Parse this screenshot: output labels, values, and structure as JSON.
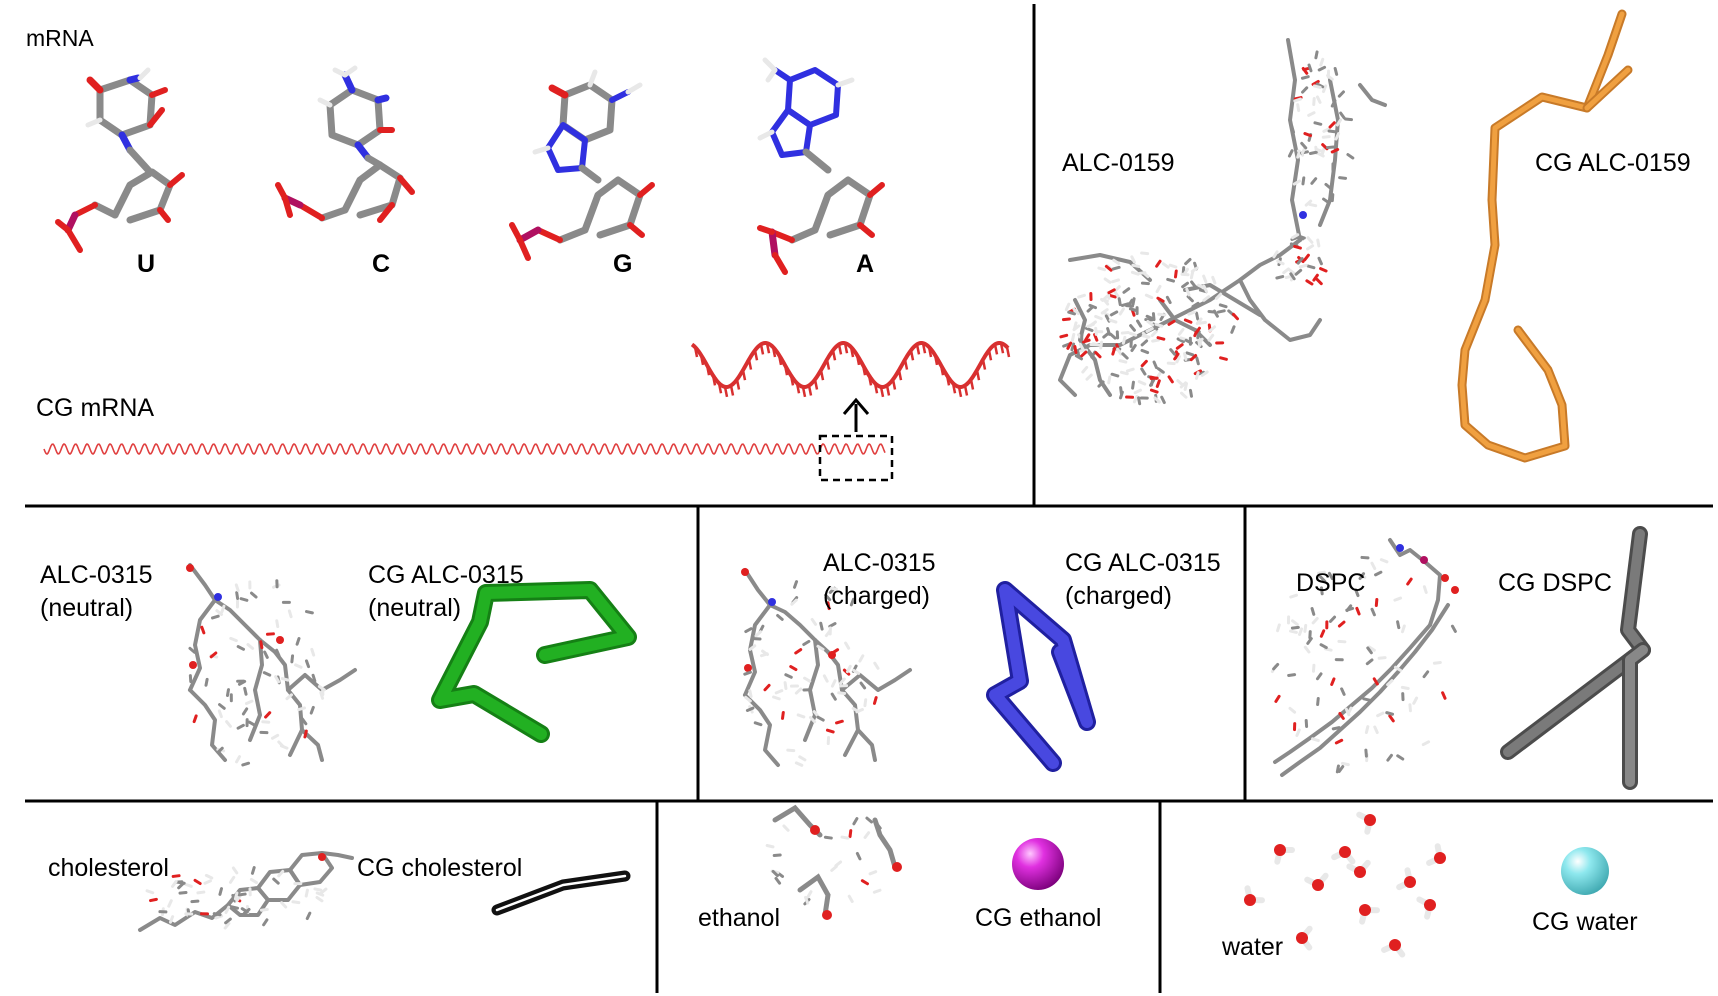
{
  "mrna_panel": {
    "title": "mRNA",
    "bases": [
      "U",
      "C",
      "G",
      "A"
    ],
    "cg_label": "CG mRNA"
  },
  "alc0159_panel": {
    "atomistic_label": "ALC-0159",
    "cg_label": "CG ALC-0159",
    "cg_color": "#f0a040"
  },
  "alc0315_neutral_panel": {
    "atomistic_label_line1": "ALC-0315",
    "atomistic_label_line2": "(neutral)",
    "cg_label_line1": "CG ALC-0315",
    "cg_label_line2": "(neutral)",
    "cg_color": "#22b022"
  },
  "alc0315_charged_panel": {
    "atomistic_label_line1": "ALC-0315",
    "atomistic_label_line2": "(charged)",
    "cg_label_line1": "CG ALC-0315",
    "cg_label_line2": "(charged)",
    "cg_color": "#3a3ad8"
  },
  "dspc_panel": {
    "atomistic_label": "DSPC",
    "cg_label": "CG DSPC",
    "cg_color": "#707070"
  },
  "cholesterol_panel": {
    "atomistic_label": "cholesterol",
    "cg_label": "CG cholesterol",
    "cg_color": "#111111"
  },
  "ethanol_panel": {
    "atomistic_label": "ethanol",
    "cg_label": "CG ethanol",
    "cg_color": "#d020d0"
  },
  "water_panel": {
    "atomistic_label": "water",
    "cg_label": "CG water",
    "cg_color": "#7ee0e8"
  },
  "colors": {
    "carbon": "#8a8a8a",
    "hydrogen": "#e8e8e8",
    "oxygen": "#e02020",
    "nitrogen": "#3030e0",
    "phosphorus": "#b01060",
    "mrna_red": "#e04040",
    "divider": "#000000"
  }
}
